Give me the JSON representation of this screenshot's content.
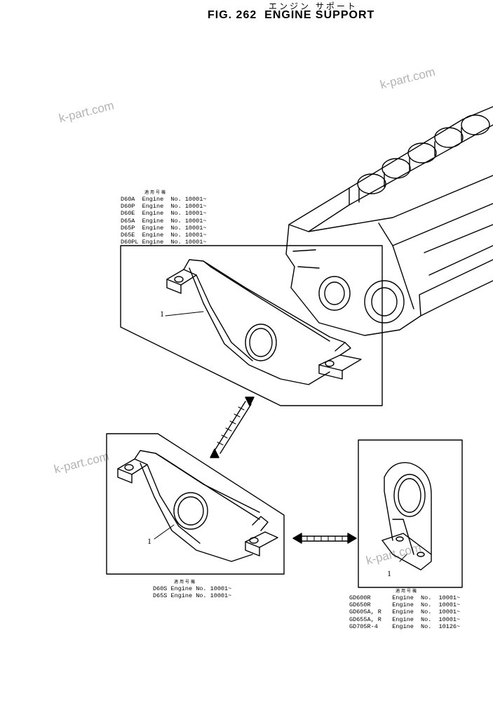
{
  "header": {
    "japanese_title": "エンジン サポート",
    "figure_title": "FIG. 262  ENGINE SUPPORT"
  },
  "watermark": "k-part.com",
  "applicability_1": {
    "header": "適用号機",
    "rows": [
      "D60A  Engine  No. 10001~",
      "D60P  Engine  No. 10001~",
      "D60E  Engine  No. 10001~",
      "D65A  Engine  No. 10001~",
      "D65P  Engine  No. 10001~",
      "D65E  Engine  No. 10001~",
      "D60PL Engine  No. 10001~"
    ]
  },
  "applicability_2": {
    "header": "適用号機",
    "rows": [
      "D60S Engine No. 10001~",
      "D65S Engine No. 10001~"
    ]
  },
  "applicability_3": {
    "header": "適用号機",
    "rows": [
      "GD600R      Engine  No.  10001~",
      "GD650R      Engine  No.  10001~",
      "GD605A, R   Engine  No.  10001~",
      "GD655A, R   Engine  No.  10001~",
      "GD705R-4    Engine  No.  10126~"
    ]
  },
  "part_labels": [
    "1",
    "1",
    "1"
  ]
}
